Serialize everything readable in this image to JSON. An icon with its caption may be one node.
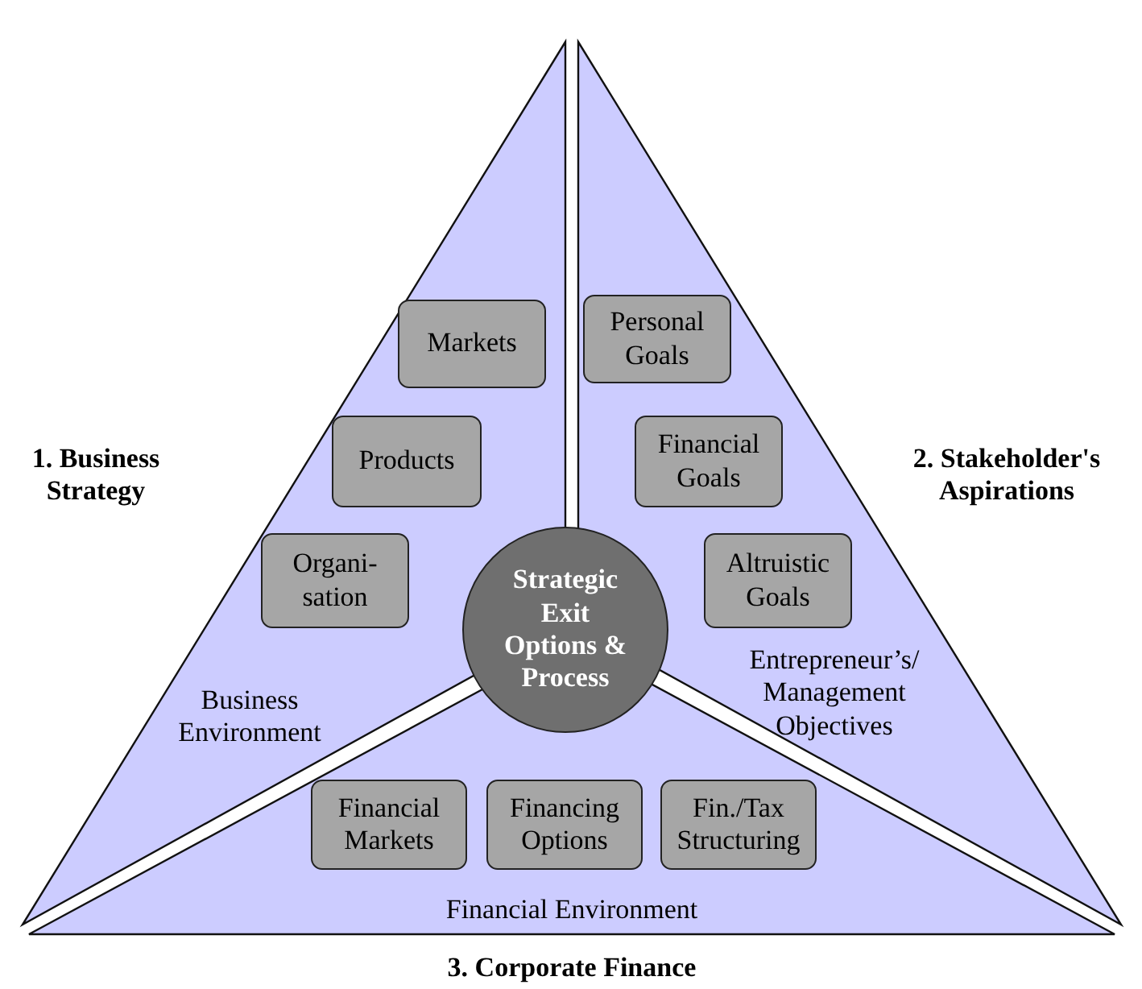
{
  "diagram": {
    "nodes": [
      {
        "text": [
          "Business Environment"
        ],
        "beside": [
          "1. Business Strategy"
        ]
      },
      {
        "text": [
          "Markets"
        ],
        "in": 0
      },
      {
        "text": [
          "Products"
        ],
        "in": 0
      },
      {
        "text": [
          "Organi- sation"
        ],
        "in": 0
      },
      {
        "text": [
          "Entrepreneur’s/ Management Objectives"
        ],
        "beside": [
          "2. Stakeholder's Aspirations"
        ]
      },
      {
        "text": [
          "Personal Goals"
        ],
        "in": 4
      },
      {
        "text": [
          "Financial Goals"
        ],
        "in": 4
      },
      {
        "text": [
          "Altruistic Goals"
        ],
        "in": 4
      },
      {
        "text": [
          "Financial Environment"
        ],
        "beside": [
          "3. Corporate Finance"
        ]
      },
      {
        "text": [
          "Financial Markets"
        ],
        "in": 8
      },
      {
        "text": [
          "Financing Options"
        ],
        "in": 8
      },
      {
        "text": [
          "Fin./Tax Structuring"
        ],
        "in": 8
      },
      {
        "text": [
          "Strategic Exit Options & Process"
        ]
      }
    ]
  }
}
